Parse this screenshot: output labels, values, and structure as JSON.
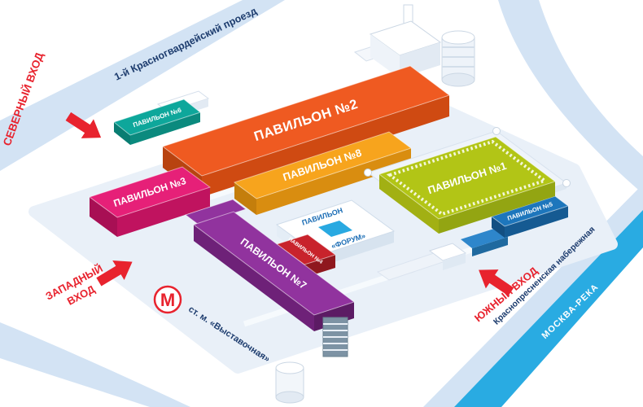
{
  "map": {
    "streets": {
      "krasnogvardeysky": "1-й Красногвардейский проезд",
      "embankment": "Краснопресненская набережная",
      "river": "МОСКВА-РЕКА"
    },
    "entrances": {
      "north": "СЕВЕРНЫЙ ВХОД",
      "west_line1": "ЗАПАДНЫЙ",
      "west_line2": "ВХОД",
      "south": "ЮЖНЫЙ ВХОД"
    },
    "metro": {
      "symbol": "М",
      "station": "ст. м. «Выставочная»"
    },
    "pavilions": {
      "p1": {
        "label": "ПАВИЛЬОН №1",
        "color": "#b2c516"
      },
      "p2": {
        "label": "ПАВИЛЬОН №2",
        "color": "#ef5a21"
      },
      "p3": {
        "label": "ПАВИЛЬОН №3",
        "color": "#e62078"
      },
      "p4": {
        "label": "ПАВИЛЬОН №4",
        "color": "#c8232c"
      },
      "p5": {
        "label": "ПАВИЛЬОН №5",
        "color": "#1d76bc"
      },
      "p6": {
        "label": "ПАВИЛЬОН №6",
        "color": "#0ea79b"
      },
      "p7": {
        "label": "ПАВИЛЬОН №7",
        "color": "#91339e"
      },
      "p8": {
        "label": "ПАВИЛЬОН №8",
        "color": "#f7a41d"
      },
      "forum": {
        "line1": "ПАВИЛЬОН",
        "line2": "«ФОРУМ»",
        "color": "#29a9e1",
        "text_color": "#1b6db5"
      }
    },
    "colors": {
      "road": "#d3e3f4",
      "platform": "#e9f0f8",
      "river": "#29abe2",
      "accent_red": "#e8232e",
      "navy": "#1d3c6e"
    }
  }
}
